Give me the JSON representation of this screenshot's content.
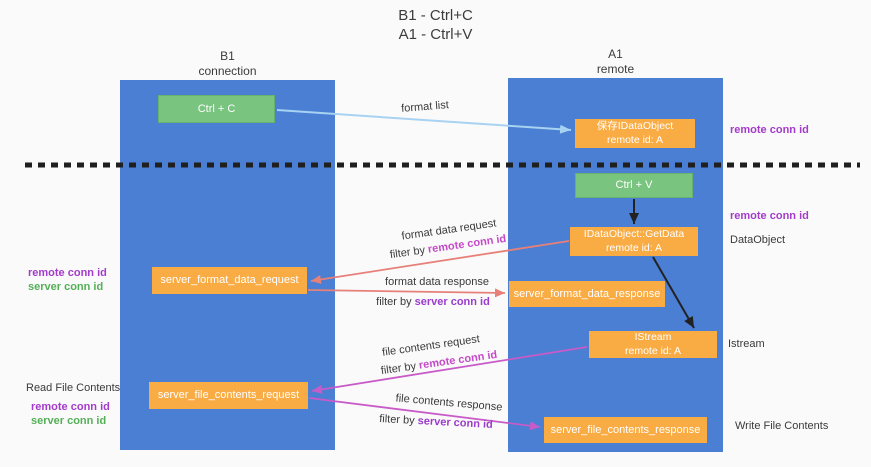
{
  "title": {
    "line1": "B1 - Ctrl+C",
    "line2": "A1 - Ctrl+V"
  },
  "lifelines": {
    "left": {
      "name": "B1",
      "subtitle": "connection"
    },
    "right": {
      "name": "A1",
      "subtitle": "remote"
    }
  },
  "boxes": {
    "ctrl_c": {
      "label": "Ctrl + C"
    },
    "save_idataobject": {
      "line1": "保存IDataObject",
      "line2": "remote id: A"
    },
    "ctrl_v": {
      "label": "Ctrl + V"
    },
    "getdata": {
      "line1": "IDataObject::GetData",
      "line2": "remote id: A"
    },
    "server_format_data_request": {
      "label": "server_format_data_request"
    },
    "server_format_data_response": {
      "label": "server_format_data_response"
    },
    "istream": {
      "line1": "IStream",
      "line2": "remote id: A"
    },
    "server_file_contents_request": {
      "label": "server_file_contents_request"
    },
    "server_file_contents_response": {
      "label": "server_file_contents_response"
    }
  },
  "messages": {
    "format_list": {
      "text": "format list"
    },
    "format_data_request": {
      "text": "format data request",
      "filter_prefix": "filter by",
      "filter_key": "remote conn id"
    },
    "format_data_response": {
      "text": "format data response",
      "filter_prefix": "filter by",
      "filter_key": "server conn id"
    },
    "file_contents_request": {
      "text": "file contents request",
      "filter_prefix": "filter by",
      "filter_key": "remote conn id"
    },
    "file_contents_response": {
      "text": "file contents response",
      "filter_prefix": "filter by",
      "filter_key": "server conn id"
    }
  },
  "side_labels": {
    "top_remote_conn_id": "remote conn id",
    "mid_remote_conn_id": "remote conn id",
    "dataobject": "DataObject",
    "format_stack": {
      "remote": "remote conn id",
      "server": "server conn id"
    },
    "istream": "Istream",
    "read_file_contents": "Read File Contents",
    "file_stack": {
      "remote": "remote conn id",
      "server": "server conn id"
    },
    "write_file_contents": "Write File Contents"
  },
  "colors": {
    "column_blue": "#4a7fd3",
    "box_green": "#79c47e",
    "box_orange": "#f9ab44",
    "arrow_light_blue": "#a8d2f1",
    "arrow_salmon": "#e78079",
    "arrow_magenta": "#c85bc8",
    "arrow_black": "#222222",
    "text_purple": "#a43bcb",
    "text_green": "#54af57",
    "filter_remote": "#c44ac8",
    "filter_server": "#9b3ccb"
  }
}
